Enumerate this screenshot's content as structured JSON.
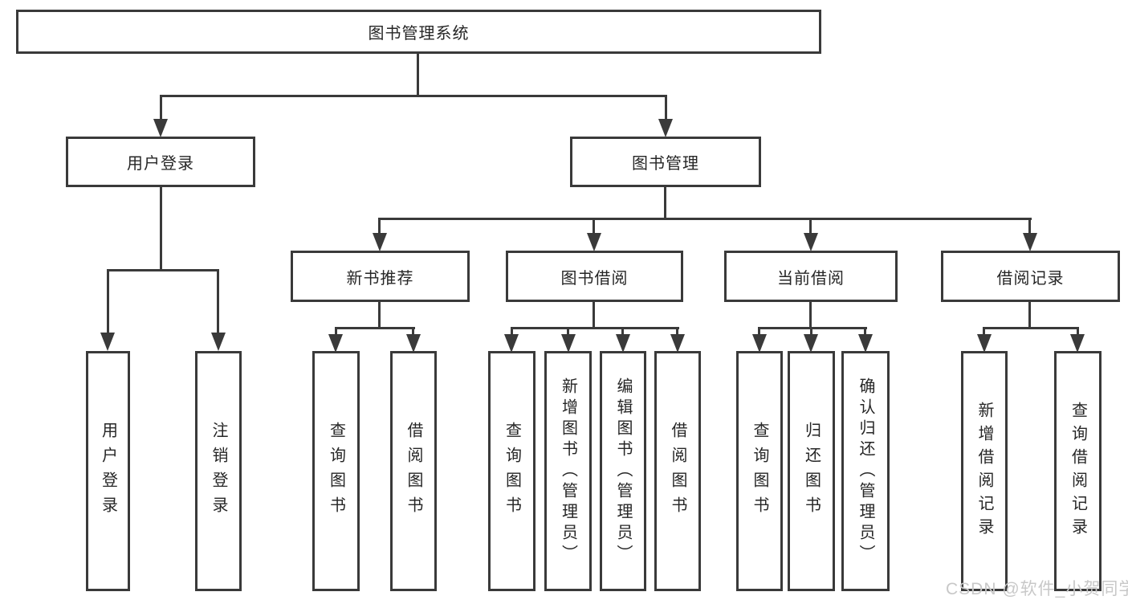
{
  "nodes": {
    "root": "图书管理系统",
    "user_login": "用户登录",
    "book_mgmt": "图书管理",
    "new_book": "新书推荐",
    "borrow": "图书借阅",
    "current": "当前借阅",
    "record": "借阅记录",
    "leaf_user_login": "用户登录",
    "leaf_logout": "注销登录",
    "leaf_nb_query": "查询图书",
    "leaf_nb_borrow": "借阅图书",
    "leaf_bb_query": "查询图书",
    "leaf_bb_add": "新增图书（管理员）",
    "leaf_bb_edit": "编辑图书（管理员）",
    "leaf_bb_borrow": "借阅图书",
    "leaf_cb_query": "查询图书",
    "leaf_cb_return": "归还图书",
    "leaf_cb_confirm": "确认归还（管理员）",
    "leaf_br_add": "新增借阅记录",
    "leaf_br_query": "查询借阅记录"
  },
  "watermark": "CSDN @软件_小贺同学",
  "colors": {
    "line": "#3a3a3a",
    "text": "#262626",
    "watermark": "#c8c8c8",
    "background": "#ffffff"
  }
}
